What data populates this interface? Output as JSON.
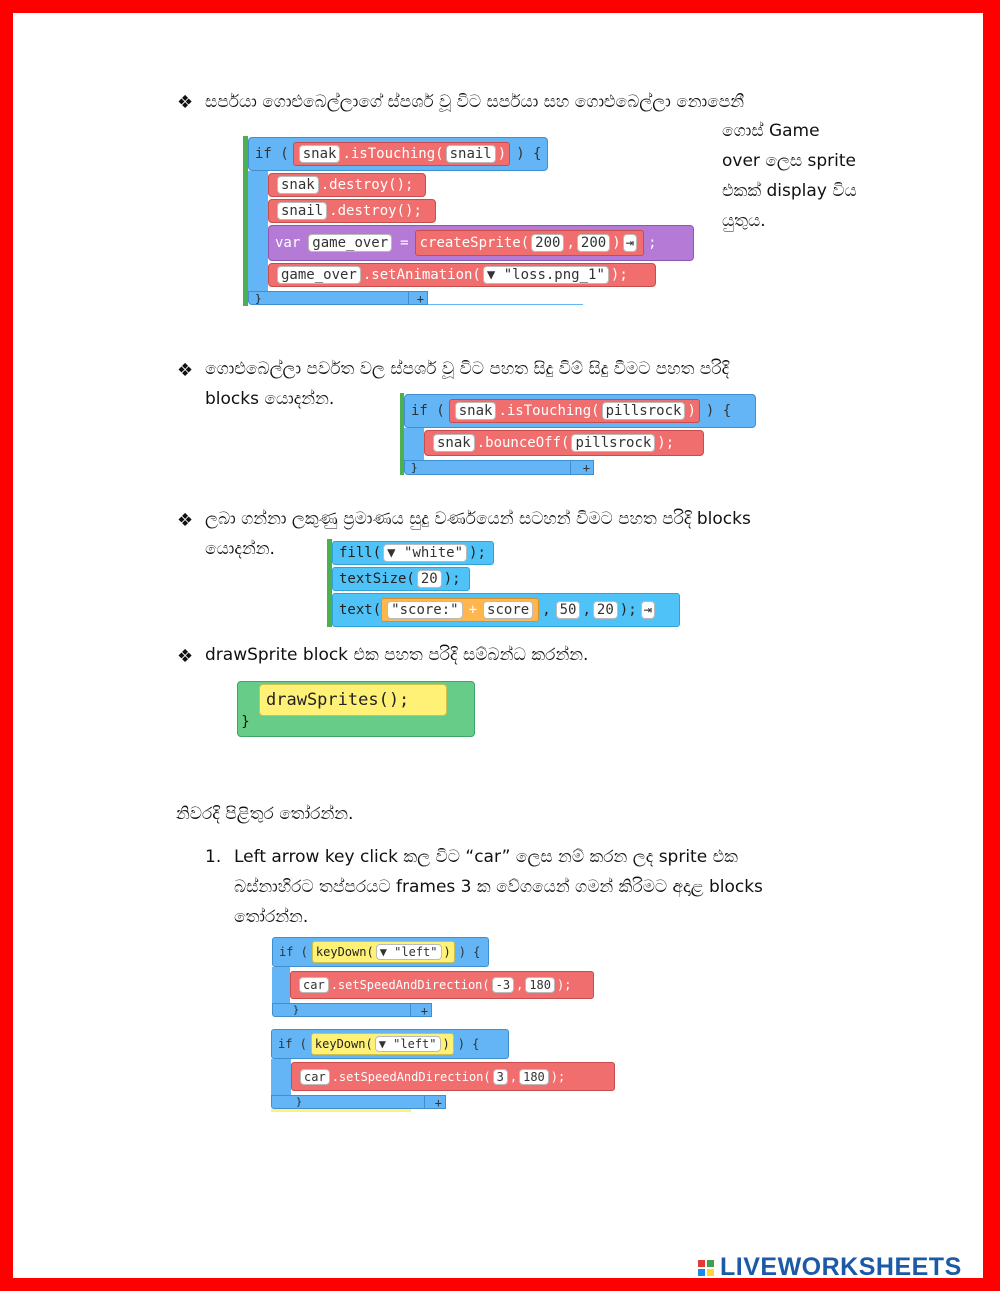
{
  "section1": {
    "bullet": "❖",
    "line1": "සර්පයා ගොළුබෙල්ලාගේ ස්පර්ශ වූ විට සර්පයා සහ ගොළුබෙල්ලා නොපෙනී",
    "side_lines": [
      "ගොස් Game",
      "over ලෙස sprite",
      "එකක් display විය",
      "යුතුය."
    ],
    "code": {
      "if_kw": "if (",
      "t1": "snak",
      "t2": ".isTouching(",
      "t3": "snail",
      "t4": ")",
      "if_end": ") {",
      "l2a": "snak",
      "l2b": ".destroy();",
      "l3a": "snail",
      "l3b": ".destroy();",
      "l4_var": "var",
      "l4_name": "game_over",
      "l4_eq": "=",
      "l4_fn": "createSprite(",
      "l4_a": "200",
      "l4_comma": ",",
      "l4_b": "200",
      "l4_end": ")",
      "l4_semi": ";",
      "l5a": "game_over",
      "l5b": ".setAnimation(",
      "l5c": "▼ \"loss.png_1\"",
      "l5d": ");",
      "close": "}",
      "plus": "+"
    }
  },
  "section2": {
    "bullet": "❖",
    "line1": "ගොළුබෙල්ලා පර්වත වල ස්පර්ශ වූ විට පහත සිදු විම් සිදු වීමට පහත පරිදි",
    "line2": "blocks යොදන්න.",
    "code": {
      "if_kw": "if (",
      "t1": "snak",
      "t2": ".isTouching(",
      "t3": "pillsrock",
      "t4": ")",
      "if_end": ") {",
      "l2a": "snak",
      "l2b": ".bounceOff(",
      "l2c": "pillsrock",
      "l2d": ");",
      "close": "}",
      "plus": "+"
    }
  },
  "section3": {
    "bullet": "❖",
    "line1": "ලබා ගන්නා ලකුණු ප්‍රමාණය සුදු වර්ණයෙන් සටහන් විමට පහත පරිදි  blocks",
    "line2": "යොදන්න.",
    "code": {
      "fill_a": "fill(",
      "fill_b": "▼ \"white\"",
      "fill_c": ");",
      "ts_a": "textSize(",
      "ts_b": "20",
      "ts_c": ");",
      "tx_a": "text(",
      "tx_b": "\"score:\"",
      "tx_plus": "+",
      "tx_c": "score",
      "tx_d": "50",
      "tx_e": "20",
      "tx_f": ");"
    }
  },
  "section4": {
    "bullet": "❖",
    "line1": "drawSprite block එක පහත පරිදි සම්බන්ධ කරන්න.",
    "code": {
      "draw": "drawSprites();",
      "close": "}"
    }
  },
  "section5": {
    "heading": "නිවරදි පිළිතුර තෝරන්න.",
    "q_num": "1.",
    "q_line1": "Left arrow key click කල විට “car” ලෙස නම් කරන ලද sprite එක",
    "q_line2": "බස්නාහිරට තප්පරයට frames 3 ක වේගයෙන් ගමන් කිරිමට අදාළ blocks",
    "q_line3": "තෝරන්න.",
    "optA": {
      "if_kw": "if (",
      "fn": "keyDown(",
      "arg": "▼ \"left\"",
      "fn_end": ")",
      "if_end": ") {",
      "obj": "car",
      "method": ".setSpeedAndDirection(",
      "a": "-3",
      "b": "180",
      "end": ");",
      "close": "}",
      "plus": "+"
    },
    "optB": {
      "if_kw": "if (",
      "fn": "keyDown(",
      "arg": "▼ \"left\"",
      "fn_end": ")",
      "if_end": ") {",
      "obj": "car",
      "method": ".setSpeedAndDirection(",
      "a": "3",
      "b": "180",
      "end": ");",
      "close": "}",
      "plus": "+"
    }
  },
  "logo": {
    "text": "LIVEWORKSHEETS",
    "colors": [
      "#e53935",
      "#43a047",
      "#1e88e5",
      "#fdd835"
    ]
  }
}
